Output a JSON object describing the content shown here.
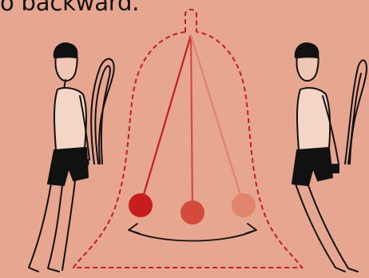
{
  "caption": {
    "text": "o backward."
  },
  "pendulum": {
    "bob_colors": [
      "#c61d1f",
      "#d44a3c",
      "#e0846c"
    ],
    "string_colors": [
      "#c61d1f",
      "#d44a3c",
      "#e0846c"
    ],
    "outline_color": "#c61d1f",
    "arrow_color": "#111111",
    "bob_count": 3
  },
  "figures": {
    "left": {
      "depicts": "person-standing-holding-bell-rope"
    },
    "right": {
      "depicts": "person-leaning-back-holding-bell-rope"
    }
  }
}
